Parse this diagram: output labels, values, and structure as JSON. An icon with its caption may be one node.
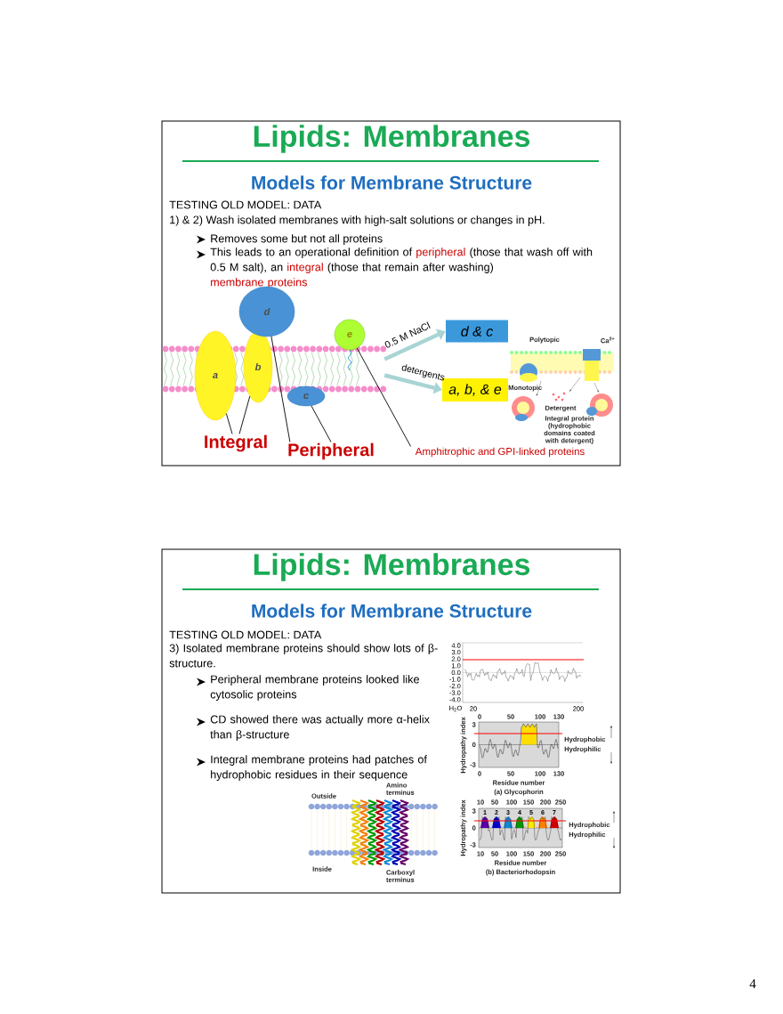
{
  "diagram": {
    "nodes": [
      {
        "text": [
          "a"
        ]
      },
      {
        "text": [
          "b"
        ]
      },
      {
        "text": [
          "d"
        ]
      },
      {
        "text": [
          "c"
        ]
      },
      {
        "text": [
          "e"
        ]
      },
      {
        "text": [
          "Integral"
        ]
      },
      {
        "text": [
          "Peripheral"
        ]
      },
      {
        "text": [
          "Amphitrophic and GPI-linked proteins"
        ]
      },
      {
        "text": [
          "d & c"
        ]
      },
      {
        "text": [
          "a, b, & e"
        ]
      },
      {
        "text": [],
        "shape": "picture"
      }
    ],
    "edges": [
      {
        "from": 10,
        "to": 8,
        "arrow": "to",
        "label": "0.5 M NaCl",
        "style": "thick",
        "color": "#a8d4d4"
      },
      {
        "from": 10,
        "to": 9,
        "arrow": "to",
        "label": "detergents",
        "style": "thick",
        "color": "#a8d4d4"
      },
      {
        "from": 5,
        "to": 0,
        "arrow": "none"
      },
      {
        "from": 5,
        "to": 1,
        "arrow": "none"
      },
      {
        "from": 6,
        "to": 2,
        "arrow": "none"
      },
      {
        "from": 6,
        "to": 3,
        "arrow": "none"
      },
      {
        "from": 7,
        "to": 4,
        "arrow": "none"
      }
    ],
    "labels": [
      "Lipids: Membranes",
      "Models for Membrane Structure",
      "TESTING OLD MODEL: DATA",
      "1) & 2) Wash isolated membranes with high-salt solutions or changes in pH.",
      "Removes some but not all proteins",
      "This leads to an operational definition of",
      "peripheral",
      "(those that wash off with 0.5 M salt), an",
      "integral",
      "(those that remain after washing)",
      "membrane proteins",
      "Polytopic",
      "Ca$^{2+}$",
      "Monotopic",
      "Detergent",
      "Integral protein (hydrophobic domains coated with detergent)",
      "Lipids: Membranes",
      "Models for Membrane Structure",
      "TESTING OLD MODEL: DATA",
      "3) Isolated membrane proteins should show lots of β-structure.",
      "Peripheral membrane proteins looked like cytosolic proteins",
      "CD showed there was actually more α-helix than β-structure",
      "Integral membrane proteins had patches of hydrophobic residues in their sequence",
      "4.0",
      "3.0",
      "2.0",
      "1.0",
      "0.0",
      "-1.0",
      "-2.0",
      "-3.0",
      "-4.0",
      "H$_{2}$O",
      "20",
      "200",
      "0",
      "50",
      "100",
      "130",
      "Hydropathy index",
      "3",
      "0",
      "-3",
      "Hydrophobic",
      "Hydrophilic",
      "0",
      "50",
      "100",
      "130",
      "Residue number",
      "(a) Glycophorin",
      "10",
      "50",
      "100",
      "150",
      "200",
      "250",
      "Hydropathy index",
      "3",
      "0",
      "-3",
      "1",
      "2",
      "3",
      "4",
      "5",
      "6",
      "7",
      "Hydrophobic",
      "Hydrophilic",
      "10",
      "50",
      "100",
      "150",
      "200",
      "250",
      "Residue number",
      "(b) Bacteriorhodopsin",
      "Outside",
      "Amino terminus",
      "Inside",
      "Carboxyl terminus",
      "4"
    ]
  }
}
